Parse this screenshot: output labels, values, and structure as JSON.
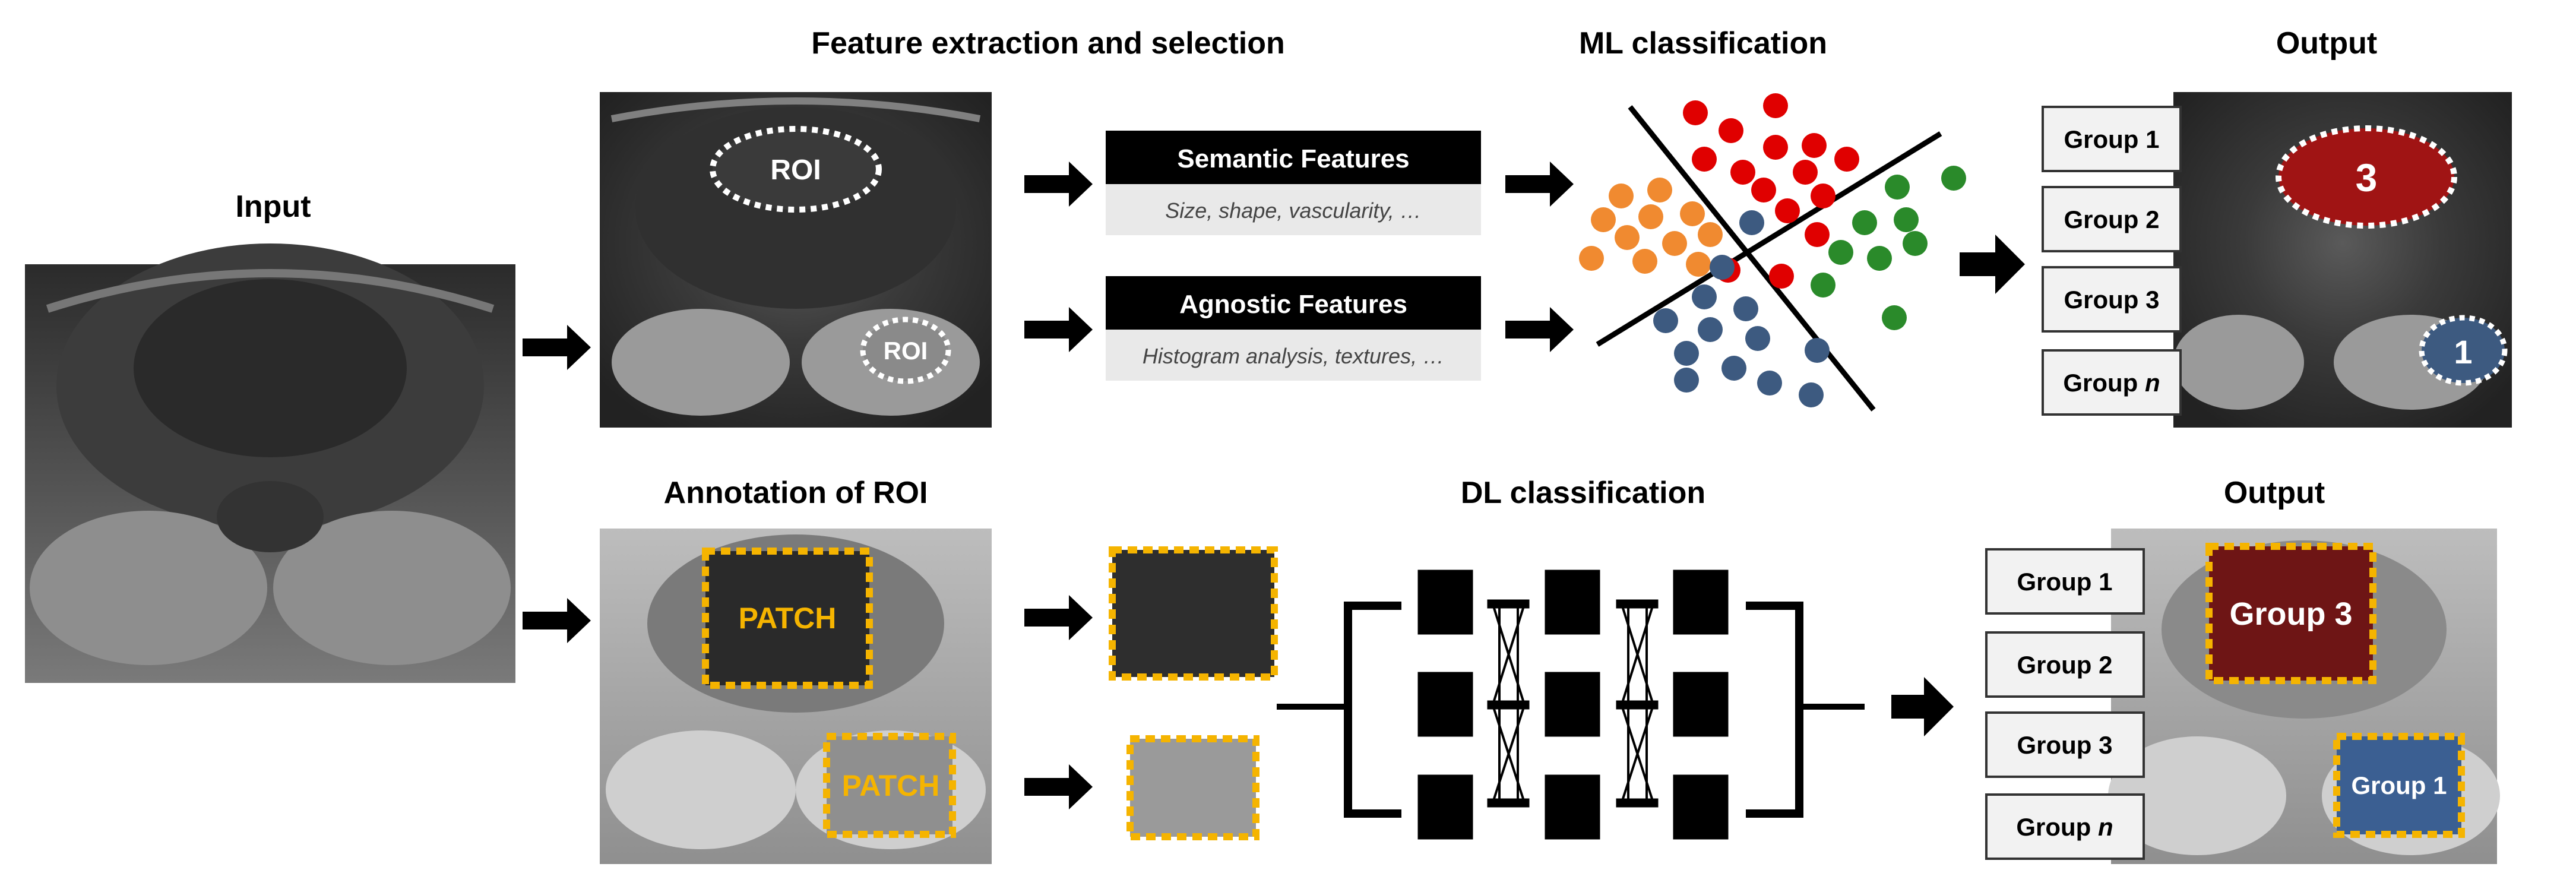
{
  "titles": {
    "input": "Input",
    "feature": "Feature extraction and selection",
    "ml": "ML classification",
    "output_top": "Output",
    "annotation": "Annotation of ROI",
    "dl": "DL classification",
    "output_bottom": "Output"
  },
  "features": {
    "semantic_title": "Semantic Features",
    "semantic_desc": "Size, shape, vascularity, …",
    "agnostic_title": "Agnostic Features",
    "agnostic_desc": "Histogram analysis, textures, …"
  },
  "roi_labels": {
    "upper": "ROI",
    "lower": "ROI"
  },
  "patch_labels": {
    "upper": "PATCH",
    "lower": "PATCH"
  },
  "output_numbers": {
    "upper": "3",
    "lower": "1"
  },
  "groups_ml": [
    "Group 1",
    "Group 2",
    "Group 3",
    "Group"
  ],
  "groups_dl": [
    "Group 1",
    "Group 2",
    "Group 3",
    "Group"
  ],
  "group_n_suffix": "n",
  "overlay_groups": {
    "upper": "Group 3",
    "lower": "Group 1"
  },
  "colors": {
    "red": "#e00000",
    "orange": "#f08a30",
    "green": "#2a8a2a",
    "blue": "#3d5a80",
    "patch_border": "#f5b400",
    "dark_red_overlay": "#8b1010",
    "blue_overlay": "#3b5f92"
  }
}
